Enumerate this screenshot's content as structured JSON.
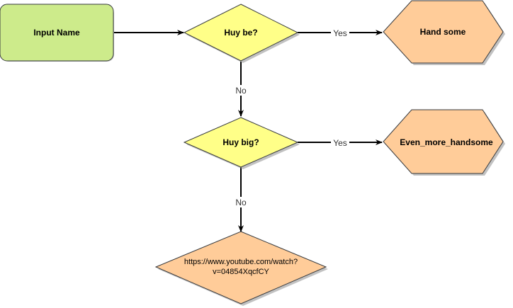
{
  "colors": {
    "start_fill": "#cdeb8b",
    "start_stroke": "#36393d",
    "decision_fill": "#ffff88",
    "decision_stroke": "#36393d",
    "outcome_fill": "#ffcc99",
    "outcome_stroke": "#36393d",
    "edge": "#000000",
    "shadow": "#999999"
  },
  "nodes": {
    "input_name": {
      "label": "Input Name",
      "shape": "rounded-rectangle"
    },
    "decision_be": {
      "label": "Huy be?",
      "shape": "diamond"
    },
    "decision_big": {
      "label": "Huy big?",
      "shape": "diamond"
    },
    "outcome_handsome": {
      "label": "Hand some",
      "shape": "hexagon"
    },
    "outcome_even_more": {
      "label": "Even_more_handsome",
      "shape": "hexagon"
    },
    "outcome_link": {
      "label_line1": "https://www.youtube.com/watch?",
      "label_line2": "v=04854XqcfCY",
      "shape": "diamond"
    }
  },
  "edges": {
    "input_to_be": {
      "from": "Input Name",
      "to": "Huy be?",
      "label": ""
    },
    "be_yes": {
      "from": "Huy be?",
      "to": "Hand some",
      "label": "Yes"
    },
    "be_no": {
      "from": "Huy be?",
      "to": "Huy big?",
      "label": "No"
    },
    "big_yes": {
      "from": "Huy big?",
      "to": "Even_more_handsome",
      "label": "Yes"
    },
    "big_no": {
      "from": "Huy big?",
      "to": "https://www.youtube.com/watch?v=04854XqcfCY",
      "label": "No"
    }
  }
}
